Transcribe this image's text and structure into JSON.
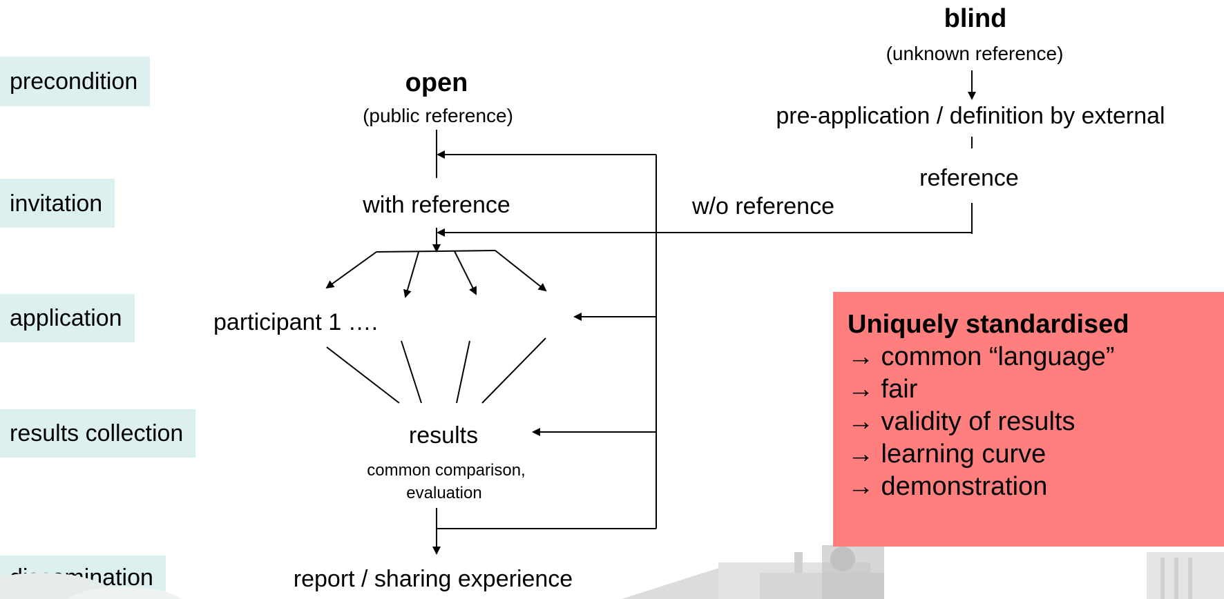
{
  "stages": [
    "precondition",
    "invitation",
    "application",
    "results collection",
    "dissemination"
  ],
  "open": {
    "title": "open",
    "subtitle": "(public reference)"
  },
  "blind": {
    "title": "blind",
    "subtitle": "(unknown reference)",
    "pre_application": "pre-application / definition by external",
    "reference": "reference"
  },
  "flow": {
    "with_reference": "with reference",
    "without_reference": "w/o reference",
    "participant": "participant 1 ….",
    "results": "results",
    "results_note_1": "common comparison,",
    "results_note_2": "evaluation",
    "report": "report / sharing experience"
  },
  "benefits": {
    "title": "Uniquely standardised",
    "items": [
      "→ common “language”",
      "→ fair",
      "→ validity of results",
      "→ learning curve",
      "→ demonstration"
    ],
    "background_color": "#ff7f7f"
  },
  "colors": {
    "stage_background": "#dcf0f0"
  }
}
